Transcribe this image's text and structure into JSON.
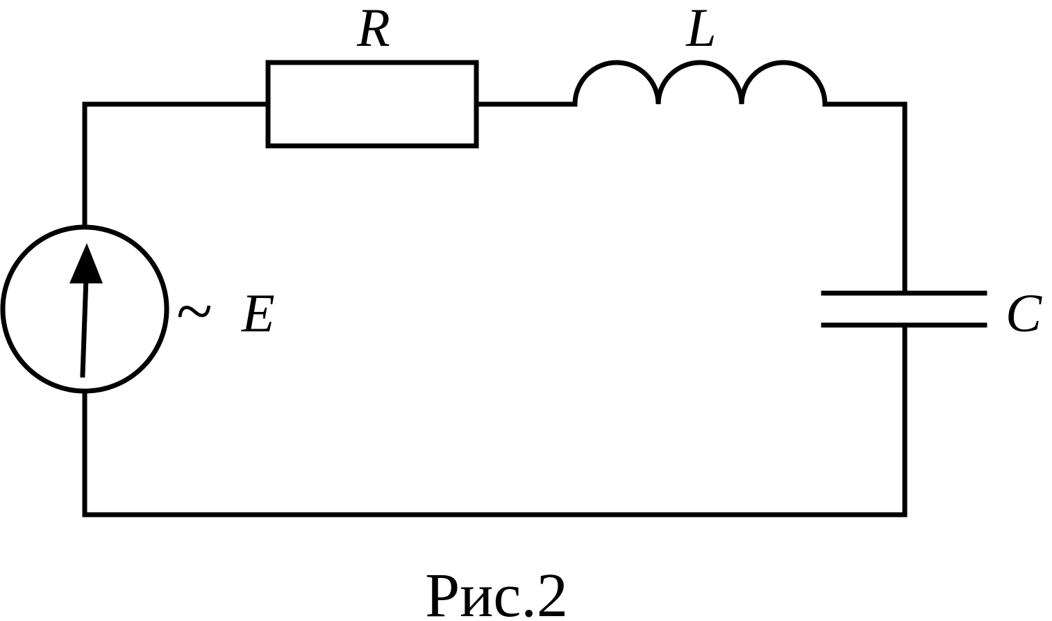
{
  "diagram": {
    "type": "series RLC circuit with AC source",
    "components": {
      "resistor": {
        "label": "R"
      },
      "inductor": {
        "label": "L"
      },
      "capacitor": {
        "label": "C"
      },
      "source": {
        "symbol": "~",
        "label": "E"
      }
    },
    "caption": "Рис.2"
  }
}
